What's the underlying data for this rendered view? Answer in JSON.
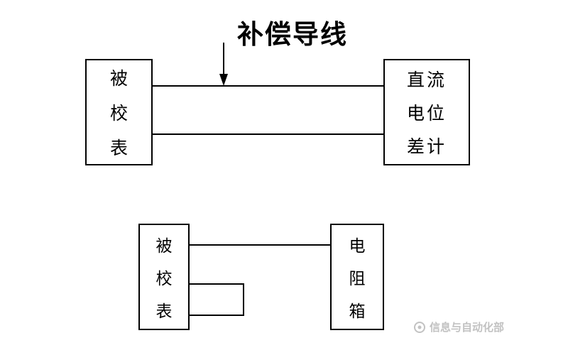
{
  "title": "补偿导线",
  "top_diagram": {
    "left_box": {
      "lines": [
        "被",
        "校",
        "表"
      ]
    },
    "right_box": {
      "lines": [
        "直流",
        "电位",
        "差计"
      ]
    }
  },
  "bottom_diagram": {
    "left_box": {
      "lines": [
        "被",
        "校",
        "表"
      ]
    },
    "right_box": {
      "lines": [
        "电",
        "阻",
        "箱"
      ]
    }
  },
  "watermark": {
    "text": "信息与自动化部"
  },
  "colors": {
    "line": "#000000",
    "background": "#ffffff",
    "watermark": "#c2c2c2"
  }
}
